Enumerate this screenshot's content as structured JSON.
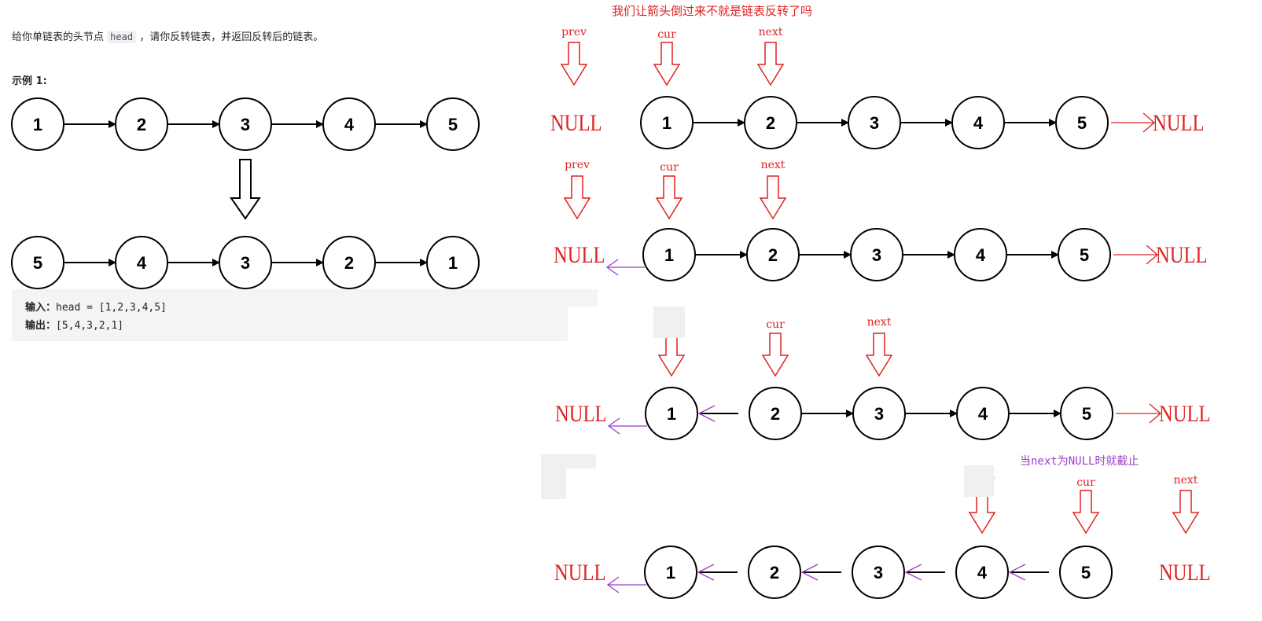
{
  "problem": {
    "intro_before": "给你单链表的头节点",
    "intro_code": "head",
    "intro_after": "，请你反转链表，并返回反转后的链表。",
    "example_title": "示例 1:",
    "input_label": "输入：",
    "input_value": "head = [1,2,3,4,5]",
    "output_label": "输出：",
    "output_value": "[5,4,3,2,1]"
  },
  "example_diagram": {
    "before_nodes": [
      "1",
      "2",
      "3",
      "4",
      "5"
    ],
    "after_nodes": [
      "5",
      "4",
      "3",
      "2",
      "1"
    ]
  },
  "explanation": {
    "title": "我们让箭头倒过来不就是链表反转了吗",
    "note": "当next为NULL时就截止",
    "null_label": "NULL",
    "pointer_labels": {
      "prev": "prev",
      "cur": "cur",
      "next": "next"
    },
    "steps": [
      {
        "nodes": [
          "1",
          "2",
          "3",
          "4",
          "5"
        ],
        "prev_at": "null",
        "cur_at": 0,
        "next_at": 1
      },
      {
        "nodes": [
          "1",
          "2",
          "3",
          "4",
          "5"
        ],
        "prev_at": "null",
        "cur_at": 0,
        "next_at": 1
      },
      {
        "nodes": [
          "1",
          "2",
          "3",
          "4",
          "5"
        ],
        "prev_at": 0,
        "cur_at": 1,
        "next_at": 2
      },
      {
        "nodes": [
          "1",
          "2",
          "3",
          "4",
          "5"
        ],
        "prev_at": 3,
        "cur_at": 4,
        "next_at": "null"
      }
    ]
  },
  "colors": {
    "annotation_red": "#e02020",
    "reverse_purple": "#9a3fc4",
    "node_stroke": "#000000",
    "code_bg": "#f3f4f5"
  }
}
